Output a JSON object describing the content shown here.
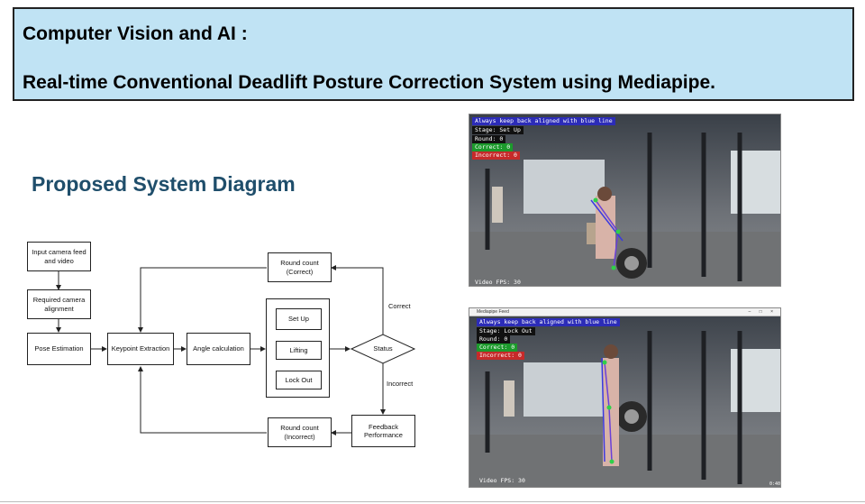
{
  "header": {
    "title": "Computer Vision and AI :",
    "subtitle": "Real-time Conventional Deadlift Posture Correction System using Mediapipe."
  },
  "section_title": "Proposed System Diagram",
  "diagram": {
    "nodes": {
      "input": "Input camera feed\nand video",
      "alignment": "Required camera\nalignment",
      "pose": "Pose Estimation",
      "keypoint": "Keypoint Extraction",
      "angle": "Angle calculation",
      "setup": "Set Up",
      "lifting": "Lifting",
      "lockout": "Lock Out",
      "status": "Status",
      "round_correct": "Round count\n(Correct)",
      "round_incorrect": "Round count\n(Incorrect)",
      "feedback": "Feedback\nPerformance"
    },
    "edge_labels": {
      "correct": "Correct",
      "incorrect": "Incorrect"
    }
  },
  "photo_top": {
    "msg": "Always keep back aligned with blue line",
    "stage": "Stage: Set Up",
    "round": "Round: 0",
    "correct": "Correct: 0",
    "incorrect": "Incorrect: 0",
    "fps": "Video FPS: 30"
  },
  "photo_bottom": {
    "window_title": "Mediapipe Feed",
    "window_controls": "– □ ×",
    "msg": "Always keep back aligned with blue line",
    "stage": "Stage: Lock Out",
    "round": "Round: 0",
    "correct": "Correct: 0",
    "incorrect": "Incorrect: 0",
    "fps": "Video FPS: 30",
    "corner": "0:40"
  },
  "colors": {
    "header_bg": "#c0e3f4",
    "section_title": "#1f4e6b",
    "overlay_blue": "#2c2cb8",
    "overlay_green": "#1c9a2c",
    "overlay_red": "#c62a2a"
  }
}
